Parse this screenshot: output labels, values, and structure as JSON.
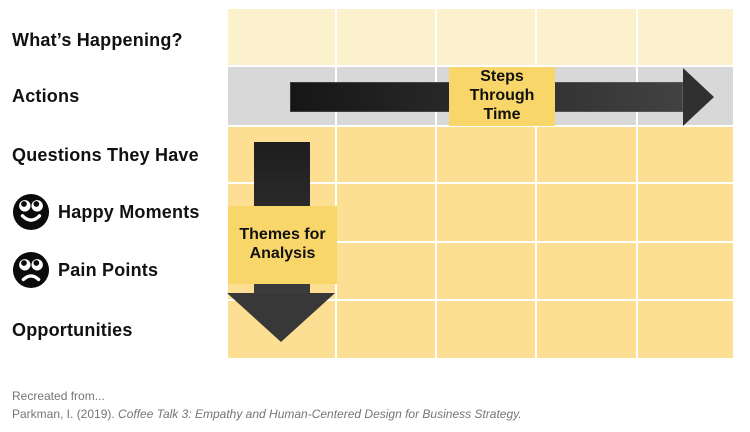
{
  "diagram": {
    "type": "journey-map-template",
    "grid": {
      "columns": 5,
      "rows": 6
    },
    "rows": [
      {
        "label": "What’s Happening?"
      },
      {
        "label": "Actions"
      },
      {
        "label": "Questions They Have"
      },
      {
        "label": "Happy Moments",
        "icon": "happy-face-icon"
      },
      {
        "label": "Pain Points",
        "icon": "sad-face-icon"
      },
      {
        "label": "Opportunities"
      }
    ],
    "arrows": {
      "steps_label": "Steps Through Time",
      "themes_label": "Themes for Analysis"
    }
  },
  "palette": {
    "cream_row": "#FBF1CD",
    "gray_row": "#D8D8D8",
    "yellow_row": "#FCDF93",
    "label_box_yellow": "#F9D669",
    "arrow_dark": "#161616",
    "arrow_light": "#424242",
    "label_text": "#111111",
    "citation_gray": "#757575"
  },
  "footer": {
    "line1": "Recreated from...",
    "citation_prefix": "Parkman, I. (2019). ",
    "citation_title_italic": "Coffee Talk 3: Empathy and Human-Centered Design for Business Strategy."
  }
}
